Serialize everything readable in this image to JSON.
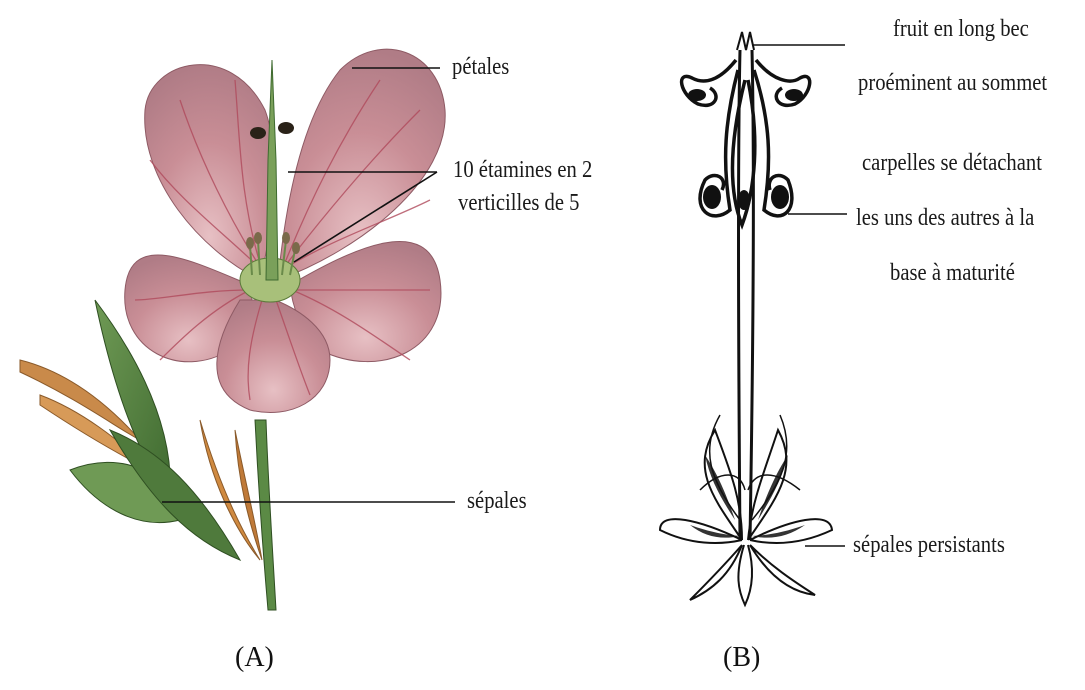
{
  "panel_a": {
    "caption": "(A)",
    "labels": {
      "petals": "pétales",
      "stamens_line1": "10 étamines en 2",
      "stamens_line2": "verticilles de 5",
      "sepals": "sépales"
    }
  },
  "panel_b": {
    "caption": "(B)",
    "labels": {
      "fruit_line1": "fruit en long bec",
      "fruit_line2": "proéminent au sommet",
      "carpels_line1": "carpelles se détachant",
      "carpels_line2": "les uns des autres à la",
      "carpels_line3": "base à maturité",
      "persistent_sepals": "sépales persistants"
    }
  },
  "colors": {
    "petal_fill": "#c88a92",
    "petal_vein": "#b04a5c",
    "leaf_green": "#4f7a3c",
    "stem_orange": "#c9803a",
    "ink": "#111111"
  }
}
